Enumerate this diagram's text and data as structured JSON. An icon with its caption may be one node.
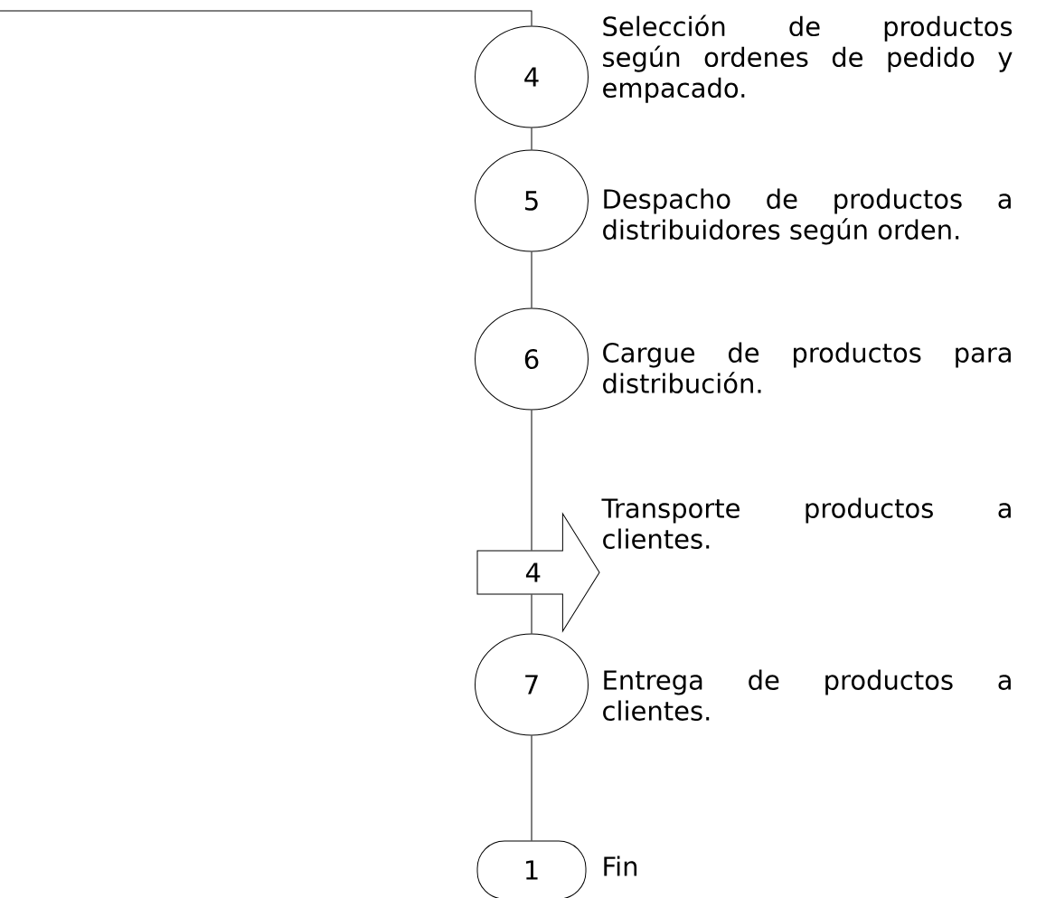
{
  "diagram": {
    "nodes": [
      {
        "text": [
          "4"
        ],
        "beside": [
          "Selección de productos según ordenes de pedido y empacado."
        ]
      },
      {
        "text": [
          "5"
        ],
        "beside": [
          "Despacho de productos a distribuidores según orden."
        ]
      },
      {
        "text": [
          "6"
        ],
        "beside": [
          "Cargue de productos para distribución."
        ]
      },
      {
        "text": [
          "4"
        ],
        "beside": [
          "Transporte productos a clientes."
        ]
      },
      {
        "text": [
          "7"
        ],
        "beside": [
          "Entrega de productos a clientes."
        ]
      },
      {
        "text": [
          "1"
        ],
        "beside": [
          "Fin"
        ]
      }
    ],
    "edges": [
      {
        "from": null,
        "to": 0,
        "arrow": "none"
      },
      {
        "from": 0,
        "to": 1,
        "arrow": "none"
      },
      {
        "from": 1,
        "to": 2,
        "arrow": "none"
      },
      {
        "from": 2,
        "to": 3,
        "arrow": "none"
      },
      {
        "from": 3,
        "to": 4,
        "arrow": "none"
      },
      {
        "from": 4,
        "to": 5,
        "arrow": "none"
      }
    ]
  }
}
